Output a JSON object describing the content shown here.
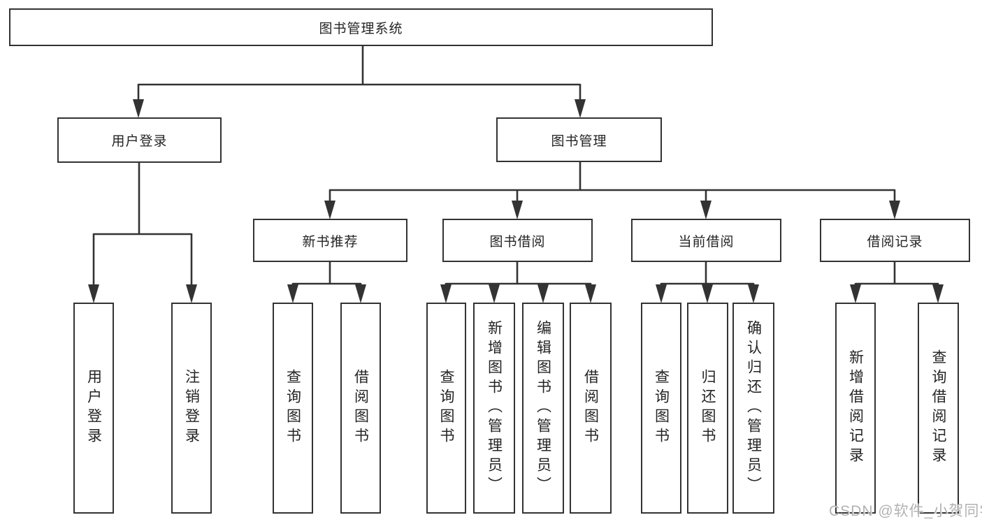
{
  "colors": {
    "line": "#333333",
    "text": "#242424",
    "background": "#ffffff",
    "watermark": "#b2b2b2"
  },
  "watermark": {
    "text": "CSDN @软件_小贺同学"
  },
  "tree": {
    "label": "图书管理系统",
    "children": [
      {
        "label": "用户登录",
        "children": [
          {
            "label": "用户登录"
          },
          {
            "label": "注销登录"
          }
        ]
      },
      {
        "label": "图书管理",
        "children": [
          {
            "label": "新书推荐",
            "children": [
              {
                "label": "查询图书"
              },
              {
                "label": "借阅图书"
              }
            ]
          },
          {
            "label": "图书借阅",
            "children": [
              {
                "label": "查询图书"
              },
              {
                "label": "新增图书（管理员）"
              },
              {
                "label": "编辑图书（管理员）"
              },
              {
                "label": "借阅图书"
              }
            ]
          },
          {
            "label": "当前借阅",
            "children": [
              {
                "label": "查询图书"
              },
              {
                "label": "归还图书"
              },
              {
                "label": "确认归还（管理员）"
              }
            ]
          },
          {
            "label": "借阅记录",
            "children": [
              {
                "label": "新增借阅记录"
              },
              {
                "label": "查询借阅记录"
              }
            ]
          }
        ]
      }
    ]
  }
}
